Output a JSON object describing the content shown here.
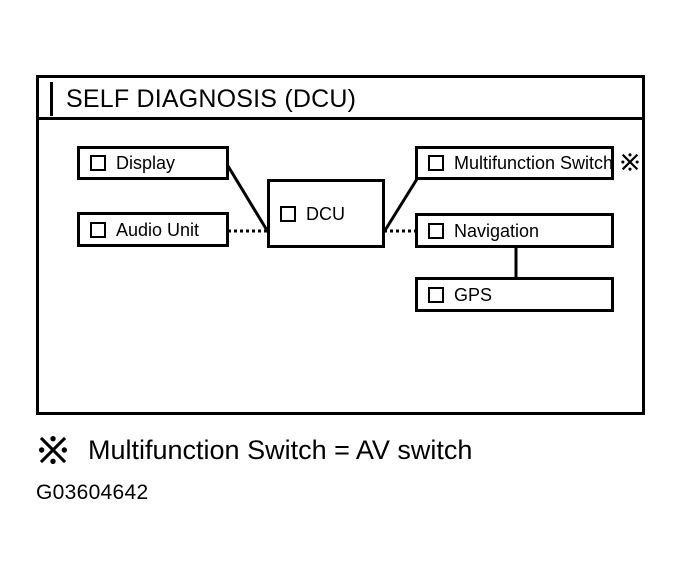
{
  "figure": {
    "title": "SELF DIAGNOSIS (DCU)",
    "footnote_mark": "reference-asterisk-icon",
    "footnote_text": "Multifunction Switch = AV switch",
    "figure_id": "G03604642",
    "line_color": "#000000",
    "background_color": "#ffffff"
  },
  "nodes": [
    {
      "id": "display",
      "label": "Display",
      "checkbox": "checkbox-icon"
    },
    {
      "id": "audio_unit",
      "label": "Audio Unit",
      "checkbox": "checkbox-icon"
    },
    {
      "id": "dcu",
      "label": "DCU",
      "checkbox": "checkbox-icon"
    },
    {
      "id": "multifunction",
      "label": "Multifunction Switch",
      "checkbox": "checkbox-icon",
      "mark": "reference-asterisk-icon"
    },
    {
      "id": "navigation",
      "label": "Navigation",
      "checkbox": "checkbox-icon"
    },
    {
      "id": "gps",
      "label": "GPS",
      "checkbox": "checkbox-icon"
    }
  ],
  "connections": [
    {
      "from": "display",
      "to": "dcu",
      "style": "solid"
    },
    {
      "from": "audio_unit",
      "to": "dcu",
      "style": "dotted"
    },
    {
      "from": "dcu",
      "to": "multifunction",
      "style": "solid"
    },
    {
      "from": "dcu",
      "to": "navigation",
      "style": "dotted"
    },
    {
      "from": "navigation",
      "to": "gps",
      "style": "solid"
    }
  ]
}
